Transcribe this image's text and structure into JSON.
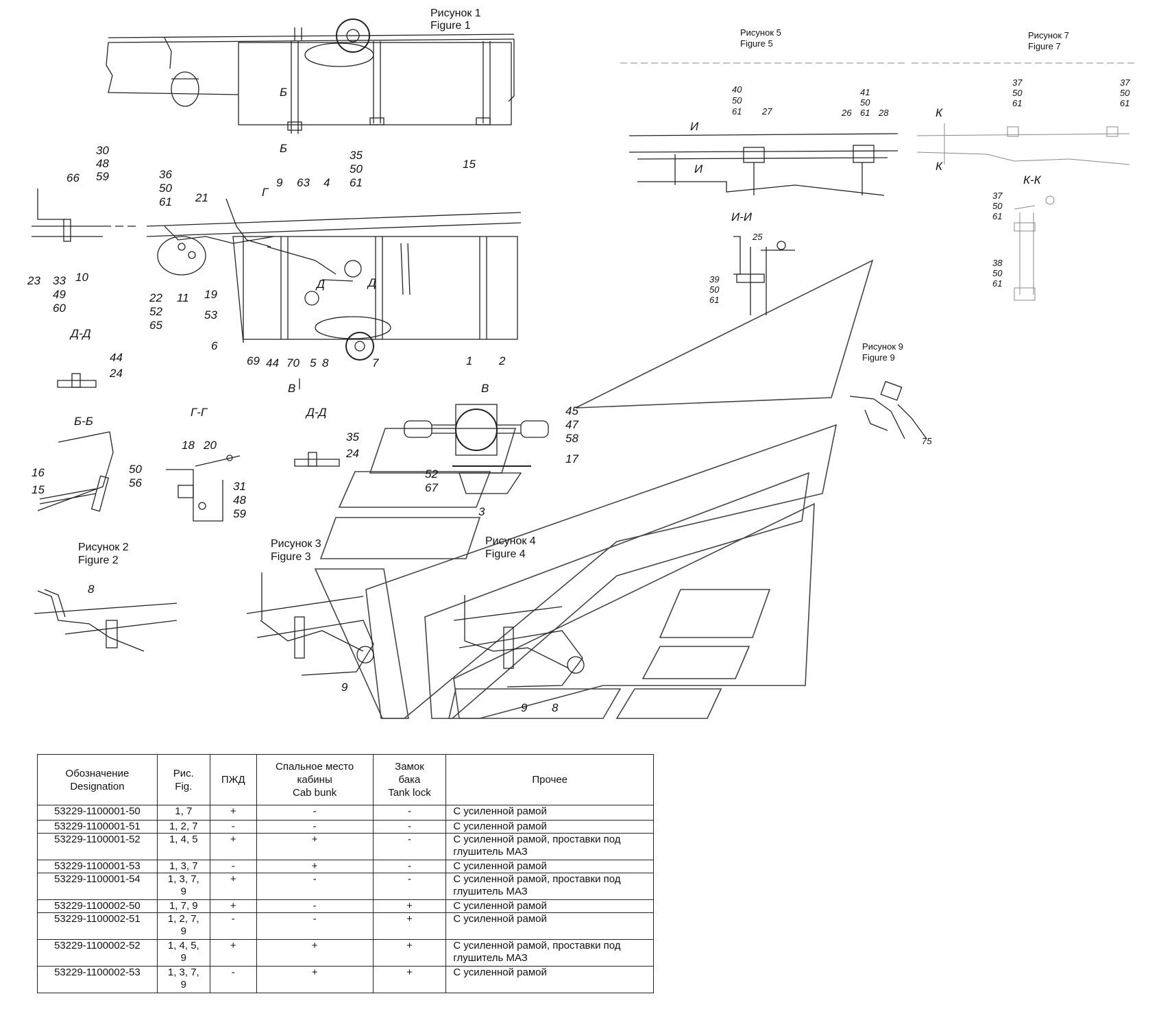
{
  "figures": {
    "fig1": {
      "ru": "Рисунок 1",
      "en": "Figure 1"
    },
    "fig2": {
      "ru": "Рисунок 2",
      "en": "Figure 2"
    },
    "fig3": {
      "ru": "Рисунок 3",
      "en": "Figure 3"
    },
    "fig4": {
      "ru": "Рисунок 4",
      "en": "Figure 4"
    },
    "fig5": {
      "ru": "Рисунок 5",
      "en": "Figure 5"
    },
    "fig7": {
      "ru": "Рисунок 7",
      "en": "Figure 7"
    },
    "fig9": {
      "ru": "Рисунок 9",
      "en": "Figure 9"
    }
  },
  "sections": {
    "dd1": "Д-Д",
    "dd2": "Д-Д",
    "bb": "Б-Б",
    "gg": "Г-Г",
    "ii": "И-И",
    "kk": "К-К",
    "v": "В",
    "b_top": "Б",
    "b_bot": "Б",
    "g": "Г",
    "d1": "Д",
    "d2": "Д",
    "v_arrow": "В",
    "i1": "И",
    "i2": "И",
    "k1": "К",
    "k2": "К"
  },
  "callouts": {
    "c15a": "15",
    "c30": "30",
    "c48a": "48",
    "c59a": "59",
    "c66": "66",
    "c36": "36",
    "c50a": "50",
    "c61a": "61",
    "c35a": "35",
    "c50b": "50",
    "c61b": "61",
    "c21": "21",
    "c9a": "9",
    "c63": "63",
    "c4": "4",
    "c23": "23",
    "c33": "33",
    "c49": "49",
    "c60": "60",
    "c10": "10",
    "c22": "22",
    "c52a": "52",
    "c65": "65",
    "c11": "11",
    "c19": "19",
    "c53": "53",
    "c6": "6",
    "c69": "69",
    "c44a": "44",
    "c70": "70",
    "c5": "5",
    "c8a": "8",
    "c7": "7",
    "c1": "1",
    "c2": "2",
    "c44b": "44",
    "c24a": "24",
    "c16": "16",
    "c15b": "15",
    "c50c": "50",
    "c56": "56",
    "c18": "18",
    "c20": "20",
    "c31": "31",
    "c48b": "48",
    "c59b": "59",
    "c35b": "35",
    "c24b": "24",
    "c45": "45",
    "c47": "47",
    "c58": "58",
    "c17": "17",
    "c52b": "52",
    "c67": "67",
    "c3": "3",
    "c8b": "8",
    "c9b": "9",
    "c9c": "9",
    "c8c": "8",
    "c40": "40",
    "c50d": "50",
    "c61c": "61",
    "c27": "27",
    "c41": "41",
    "c50e": "50",
    "c61d": "61",
    "c26": "26",
    "c28": "28",
    "c37a": "37",
    "c50f": "50",
    "c61e": "61",
    "c37b": "37",
    "c50g": "50",
    "c61f": "61",
    "c37c": "37",
    "c50h": "50",
    "c61g": "61",
    "c38": "38",
    "c50i": "50",
    "c61h": "61",
    "c25": "25",
    "c39": "39",
    "c50j": "50",
    "c61i": "61",
    "c75": "75"
  },
  "table": {
    "headers": {
      "designation": "Обозначение\nDesignation",
      "fig": "Рис.\nFig.",
      "pzhd": "ПЖД",
      "cab_bunk": "Спальное место\nкабины\nCab bunk",
      "tank_lock": "Замок\nбака\nTank lock",
      "other": "Прочее"
    },
    "rows": [
      {
        "designation": "53229-1100001-50",
        "fig": "1, 7",
        "pzhd": "+",
        "cab_bunk": "-",
        "tank_lock": "-",
        "other": "С усиленной рамой"
      },
      {
        "designation": "53229-1100001-51",
        "fig": "1, 2, 7",
        "pzhd": "-",
        "cab_bunk": "-",
        "tank_lock": "-",
        "other": "С усиленной рамой"
      },
      {
        "designation": "53229-1100001-52",
        "fig": "1, 4, 5",
        "pzhd": "+",
        "cab_bunk": "+",
        "tank_lock": "-",
        "other": "С усиленной рамой, проставки под\nглушитель МАЗ"
      },
      {
        "designation": "53229-1100001-53",
        "fig": "1, 3, 7",
        "pzhd": "-",
        "cab_bunk": "+",
        "tank_lock": "-",
        "other": "С усиленной рамой"
      },
      {
        "designation": "53229-1100001-54",
        "fig": "1, 3, 7,\n9",
        "pzhd": "+",
        "cab_bunk": "-",
        "tank_lock": "-",
        "other": "С усиленной рамой, проставки под\nглушитель МАЗ"
      },
      {
        "designation": "53229-1100002-50",
        "fig": "1, 7, 9",
        "pzhd": "+",
        "cab_bunk": "-",
        "tank_lock": "+",
        "other": "С усиленной рамой"
      },
      {
        "designation": "53229-1100002-51",
        "fig": "1, 2, 7,\n9",
        "pzhd": "-",
        "cab_bunk": "-",
        "tank_lock": "+",
        "other": "С усиленной рамой"
      },
      {
        "designation": "53229-1100002-52",
        "fig": "1, 4, 5,\n9",
        "pzhd": "+",
        "cab_bunk": "+",
        "tank_lock": "+",
        "other": "С усиленной рамой, проставки под\nглушитель МАЗ"
      },
      {
        "designation": "53229-1100002-53",
        "fig": "1, 3, 7,\n9",
        "pzhd": "-",
        "cab_bunk": "+",
        "tank_lock": "+",
        "other": "С усиленной рамой"
      }
    ]
  }
}
